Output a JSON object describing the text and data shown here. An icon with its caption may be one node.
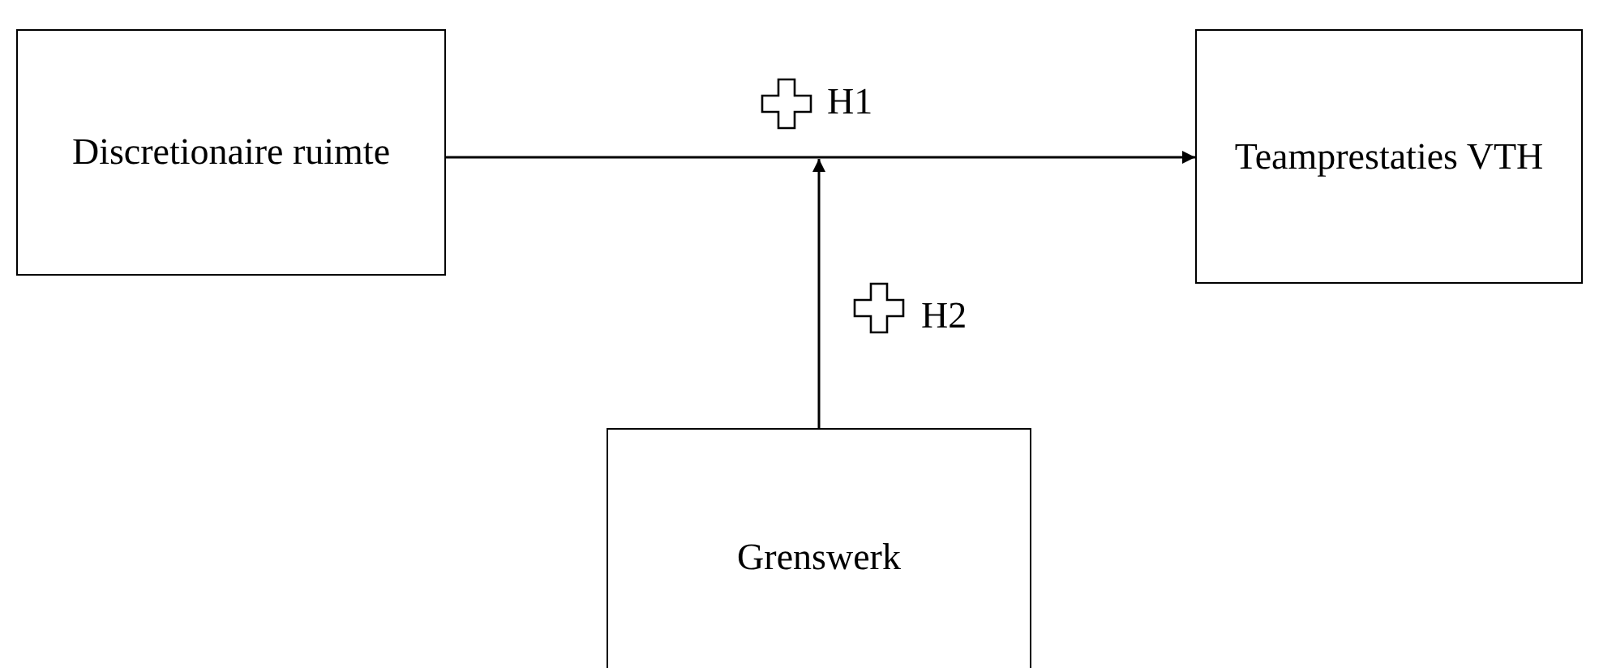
{
  "diagram": {
    "nodes": [
      {
        "text": [
          "Discretionaire ruimte"
        ]
      },
      {
        "text": [
          "Teamprestaties VTH"
        ]
      },
      {
        "text": [
          "Grenswerk"
        ]
      }
    ],
    "edges": [
      {
        "from": 0,
        "to": 1,
        "arrow": "to"
      },
      {
        "from": 2,
        "to": null,
        "arrow": "to"
      }
    ],
    "labels": [
      "H1",
      "H2"
    ]
  }
}
